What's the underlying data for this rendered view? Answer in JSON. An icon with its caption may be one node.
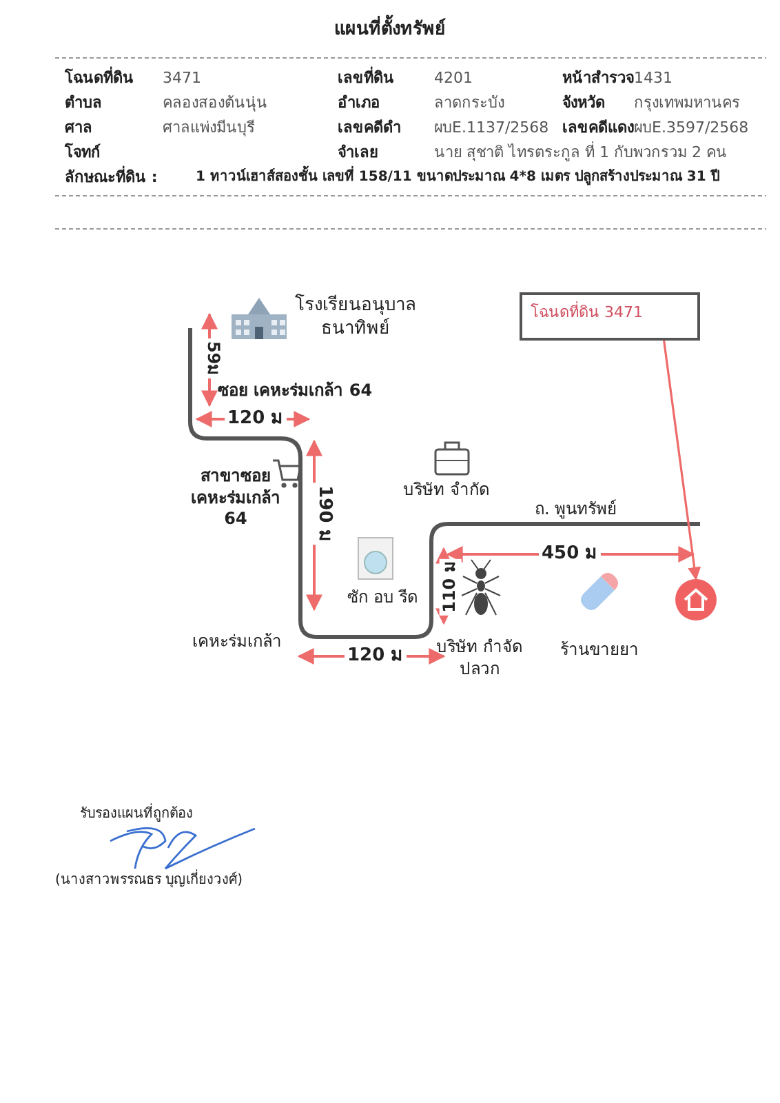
{
  "diagram": {
    "title": "แผนที่ตั้งทรัพย์",
    "nodes": [
      {
        "text": [
          "โฉนดที่ดิน 3471"
        ]
      },
      {
        "text": [],
        "shape": "circle"
      }
    ],
    "edges": [
      {
        "from": 0,
        "to": 1,
        "arrow": "to"
      }
    ],
    "labels": [
      "โฉนดที่ดิน",
      "3471",
      "เลขที่ดิน",
      "4201",
      "หน้าสำรวจ",
      "1431",
      "ตำบล",
      "คลองสองต้นนุ่น",
      "อำเภอ",
      "ลาดกระบัง",
      "จังหวัด",
      "กรุงเทพมหานคร",
      "ศาล",
      "ศาลแพ่งมีนบุรี",
      "เลขคดีดำ",
      "ผบE.1137/2568",
      "เลขคดีแดง",
      "ผบE.3597/2568",
      "โจทก์",
      "จำเลย",
      "นาย สุชาติ ไทรตระกูล ที่ 1 กับพวกรวม 2 คน",
      "ลักษณะที่ดิน :",
      "1 ทาวน์เฮาส์สองชั้น เลขที่ 158/11 ขนาดประมาณ 4*8 เมตร ปลูกสร้างประมาณ 31 ปี",
      "โรงเรียนอนุบาล ธนาทิพย์",
      "59ม",
      "ซอย เคหะร่มเกล้า 64",
      "120 ม",
      "สาขาซอย เคหะร่มเกล้า 64",
      "190 ม",
      "บริษัท จำกัด",
      "ถ. พูนทรัพย์",
      "ซัก อบ รีด",
      "450 ม",
      "110 ม",
      "เคหะร่มเกล้า",
      "120 ม",
      "บริษัท กำจัดปลวก",
      "ร้านขายยา",
      "รับรองแผนที่ถูกต้อง",
      "(นางสาวพรรณธร บุญเกี่ยงวงศ์)"
    ]
  }
}
